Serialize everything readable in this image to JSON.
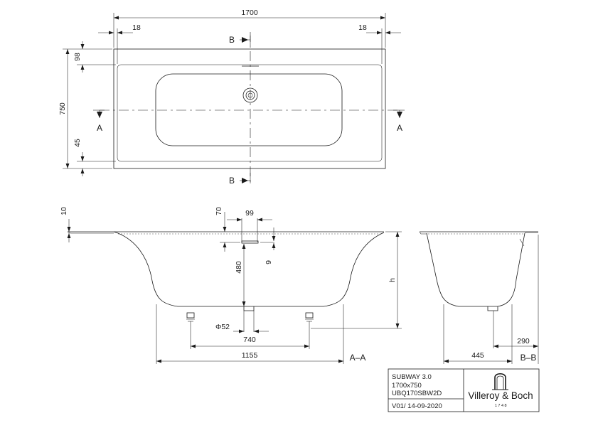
{
  "plan_view": {
    "overall_length": "1700",
    "rim_left": "18",
    "rim_right": "18",
    "overall_width": "750",
    "rim_top": "98",
    "rim_bottom": "45",
    "section_marker_a": "A",
    "section_marker_b": "B"
  },
  "section_a": {
    "rim_thickness": "10",
    "overflow_offset": "70",
    "overflow_width": "99",
    "overflow_height": "9",
    "overflow_to_drain": "480",
    "depth": "h",
    "drain_diameter": "Φ52",
    "feet_spacing": "740",
    "base_length": "1155",
    "label": "A–A"
  },
  "section_b": {
    "base_width": "445",
    "drain_offset": "290",
    "label": "B–B"
  },
  "title_block": {
    "product_name": "SUBWAY 3.0",
    "size": "1700x750",
    "article_code": "UBQ170SBW2D",
    "version_date": "V01/ 14-09-2020",
    "brand": "Villeroy & Boch",
    "established": "1748"
  },
  "colors": {
    "line": "#1a1a1a",
    "background": "#ffffff"
  }
}
